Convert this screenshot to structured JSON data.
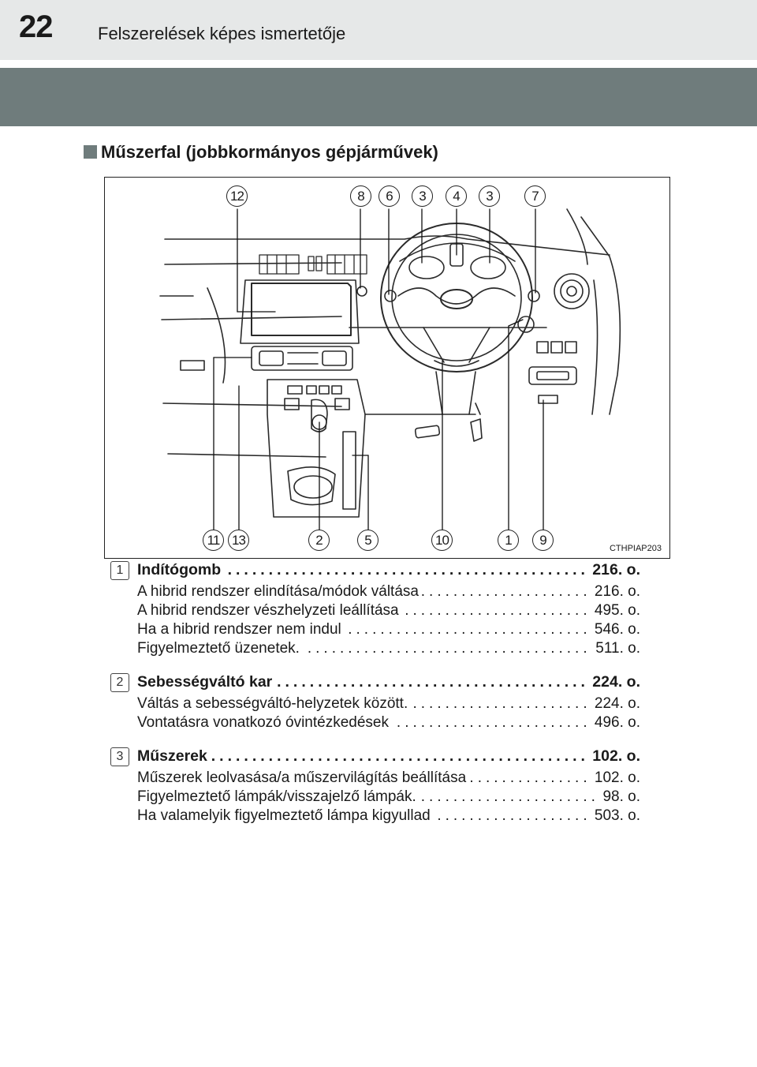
{
  "header": {
    "page_number": "22",
    "title": "Felszerelések képes ismertetője"
  },
  "section": {
    "title": "Műszerfal (jobbkormányos gépjárművek)"
  },
  "figure": {
    "code": "CTHPIAP203",
    "callouts_top": [
      "12",
      "8",
      "6",
      "3",
      "4",
      "3",
      "7"
    ],
    "callouts_bottom": [
      "11",
      "13",
      "2",
      "5",
      "10",
      "1",
      "9"
    ]
  },
  "entries": [
    {
      "badge": "1",
      "title": "Indítógomb",
      "page": "216. o.",
      "subs": [
        {
          "label": "A hibrid rendszer elindítása/módok váltása",
          "page": "216. o."
        },
        {
          "label": "A hibrid rendszer vészhelyzeti leállítása",
          "page": "495. o."
        },
        {
          "label": "Ha a hibrid rendszer nem indul",
          "page": "546. o."
        },
        {
          "label": "Figyelmeztető üzenetek.",
          "page": "511. o."
        }
      ]
    },
    {
      "badge": "2",
      "title": "Sebességváltó kar",
      "page": "224. o.",
      "subs": [
        {
          "label": "Váltás a sebességváltó-helyzetek között.",
          "page": "224. o."
        },
        {
          "label": "Vontatásra vonatkozó óvintézkedések",
          "page": "496. o."
        }
      ]
    },
    {
      "badge": "3",
      "title": "Műszerek",
      "page": "102. o.",
      "subs": [
        {
          "label": "Műszerek leolvasása/a műszervilágítás beállítása",
          "page": "102. o."
        },
        {
          "label": "Figyelmeztető lámpák/visszajelző lámpák.",
          "page": "98. o."
        },
        {
          "label": "Ha valamelyik figyelmeztető lámpa kigyullad",
          "page": "503. o."
        }
      ]
    }
  ]
}
